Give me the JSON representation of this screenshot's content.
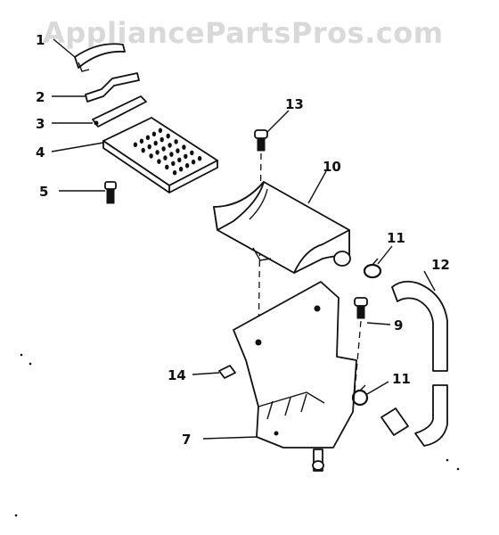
{
  "watermark": "AppliancePartsPros.com",
  "callouts": [
    {
      "id": "1",
      "label": "1"
    },
    {
      "id": "2",
      "label": "2"
    },
    {
      "id": "3",
      "label": "3"
    },
    {
      "id": "4",
      "label": "4"
    },
    {
      "id": "5",
      "label": "5"
    },
    {
      "id": "13",
      "label": "13"
    },
    {
      "id": "10",
      "label": "10"
    },
    {
      "id": "11a",
      "label": "11"
    },
    {
      "id": "12",
      "label": "12"
    },
    {
      "id": "9",
      "label": "9"
    },
    {
      "id": "14",
      "label": "14"
    },
    {
      "id": "11b",
      "label": "11"
    },
    {
      "id": "7",
      "label": "7"
    }
  ]
}
